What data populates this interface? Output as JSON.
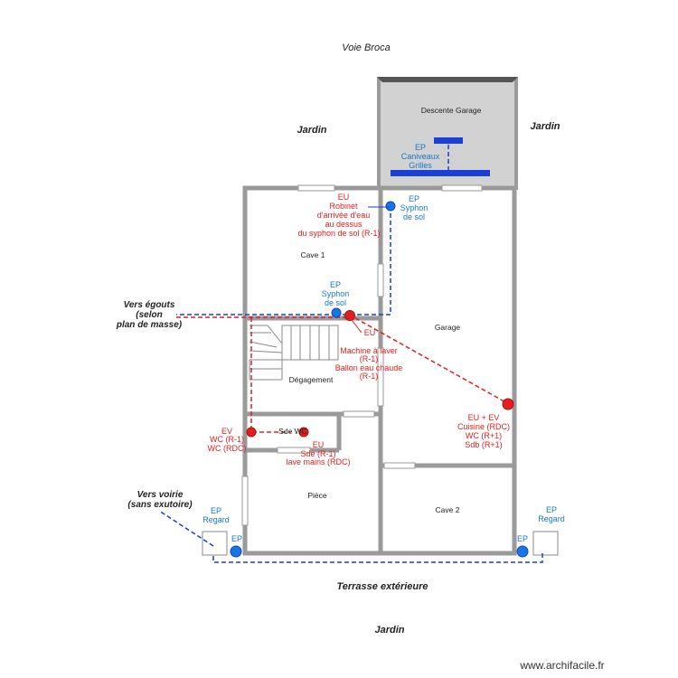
{
  "site": {
    "street": "Voie Broca",
    "garden_left": "Jardin",
    "garden_right": "Jardin",
    "terrace": "Terrasse extérieure",
    "garden_bottom": "Jardin",
    "watermark": "www.archifacile.fr"
  },
  "rooms": {
    "garage_ramp": "Descente Garage",
    "cellar1": "Cave 1",
    "garage": "Garage",
    "hallway": "Dégagement",
    "bathroom": "Sde WC",
    "room": "Pièce",
    "cellar2": "Cave 2"
  },
  "annotations": {
    "ep_gutters": [
      "EP",
      "Caniveaux",
      "Grilles"
    ],
    "ep_floor_drain_top": [
      "EP",
      "Syphon",
      "de sol"
    ],
    "eu_tap": [
      "EU",
      "Robinet",
      "d'arrivée d'eau",
      "au dessus",
      "du syphon de sol (R-1)"
    ],
    "ep_floor_drain_mid": [
      "EP",
      "Syphon",
      "de sol"
    ],
    "to_sewer": [
      "Vers égouts",
      "(selon",
      "plan de masse)"
    ],
    "eu_washer": [
      "EU"
    ],
    "washer_boiler": [
      "Machine à laver",
      "(R-1)",
      "Ballon eau chaude",
      "(R-1)"
    ],
    "ev_wc": [
      "EV",
      "WC (R-1)",
      "WC (RDC)"
    ],
    "eu_sde": [
      "EU",
      "Sde (R-1)",
      "lave mains (RDC)"
    ],
    "eu_ev_kitchen": [
      "EU + EV",
      "Cuisine (RDC)",
      "WC (R+1)",
      "Sdb (R+1)"
    ],
    "to_road": [
      "Vers voirie",
      "(sans exutoire)"
    ],
    "ep_manhole_left": [
      "EP",
      "Regard"
    ],
    "ep_left": "EP",
    "ep_manhole_right": [
      "EP",
      "Regard"
    ],
    "ep_right": "EP"
  },
  "colors": {
    "wall": "#9a9a9a",
    "ramp_fill": "#d2d2d2",
    "ep_blue": "#1a3fd6",
    "ep_text": "#1478c8",
    "eu_red": "#e02020",
    "text": "#222222"
  }
}
